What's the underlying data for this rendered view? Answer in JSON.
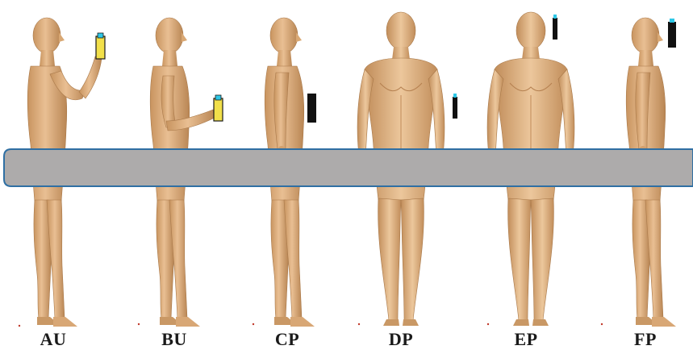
{
  "figures": [
    {
      "label": "AU",
      "pose": "side",
      "device": "yellow-phone-raised-to-face",
      "device_color": "#f2e04a"
    },
    {
      "label": "BU",
      "pose": "side",
      "device": "yellow-phone-held-at-chest",
      "device_color": "#f2e04a"
    },
    {
      "label": "CP",
      "pose": "side",
      "device": "black-phone-in-front-of-chest",
      "device_color": "#111111"
    },
    {
      "label": "DP",
      "pose": "front",
      "device": "black-phone-at-hip",
      "device_color": "#111111"
    },
    {
      "label": "EP",
      "pose": "front",
      "device": "black-phone-at-head-side",
      "device_color": "#111111"
    },
    {
      "label": "FP",
      "pose": "side",
      "device": "black-phone-in-front-of-face",
      "device_color": "#111111"
    }
  ],
  "colors": {
    "skin": "#dfb183",
    "skin_shade": "#b98855",
    "table_fill": "#adabab",
    "table_stroke": "#2f6fa3",
    "phone_cap": "#2dc7e6"
  }
}
